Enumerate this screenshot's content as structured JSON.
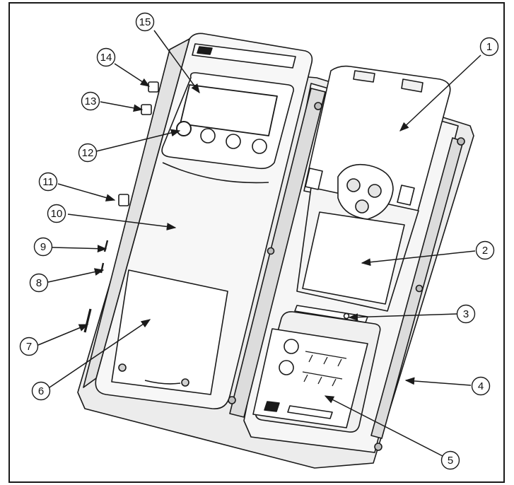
{
  "diagram": {
    "callouts": [
      {
        "id": "c1",
        "label": "1"
      },
      {
        "id": "c2",
        "label": "2"
      },
      {
        "id": "c3",
        "label": "3"
      },
      {
        "id": "c4",
        "label": "4"
      },
      {
        "id": "c5",
        "label": "5"
      },
      {
        "id": "c6",
        "label": "6"
      },
      {
        "id": "c7",
        "label": "7"
      },
      {
        "id": "c8",
        "label": "8"
      },
      {
        "id": "c9",
        "label": "9"
      },
      {
        "id": "c10",
        "label": "10"
      },
      {
        "id": "c11",
        "label": "11"
      },
      {
        "id": "c12",
        "label": "12"
      },
      {
        "id": "c13",
        "label": "13"
      },
      {
        "id": "c14",
        "label": "14"
      },
      {
        "id": "c15",
        "label": "15"
      }
    ]
  },
  "colors": {
    "line": "#1a1a1a",
    "body_fill": "#f4f4f4",
    "panel_fill": "#ffffff",
    "shade": "#d9d9d9"
  }
}
